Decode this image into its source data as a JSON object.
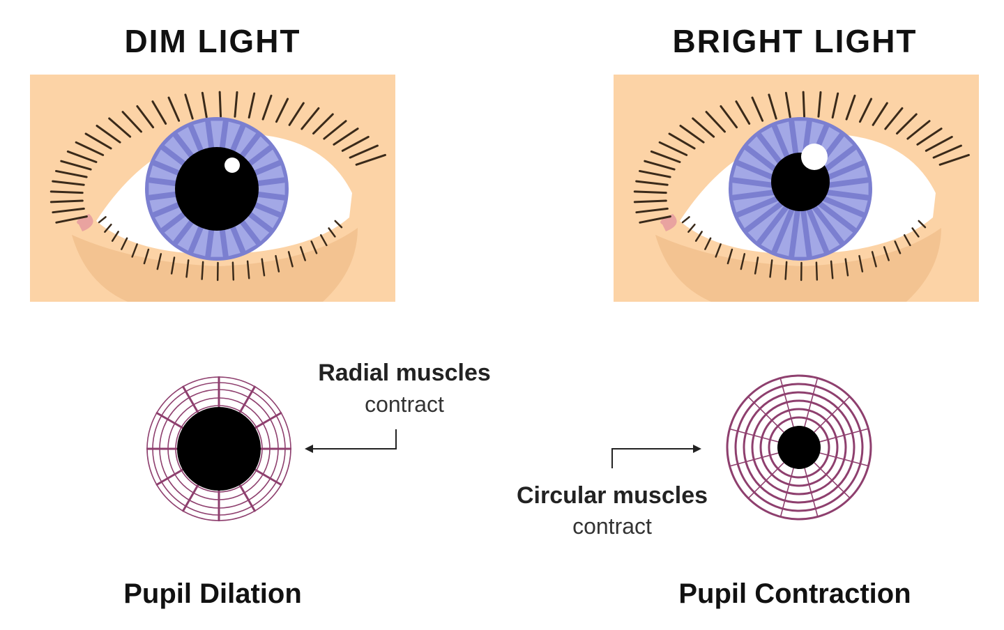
{
  "titles": {
    "dim": "DIM LIGHT",
    "bright": "BRIGHT LIGHT"
  },
  "labels": {
    "radial_muscles": "Radial muscles",
    "radial_action": "contract",
    "circular_muscles": "Circular muscles",
    "circular_action": "contract"
  },
  "captions": {
    "dilation": "Pupil Dilation",
    "contraction": "Pupil Contraction"
  },
  "colors": {
    "skin": "#fcd3a6",
    "skin_shadow": "#f3c391",
    "sclera": "#ffffff",
    "iris": "#7b7fd0",
    "iris_ray": "#a3a8e6",
    "pupil": "#000000",
    "lash": "#3a2a1a",
    "muscle": "#8e3f6e"
  }
}
